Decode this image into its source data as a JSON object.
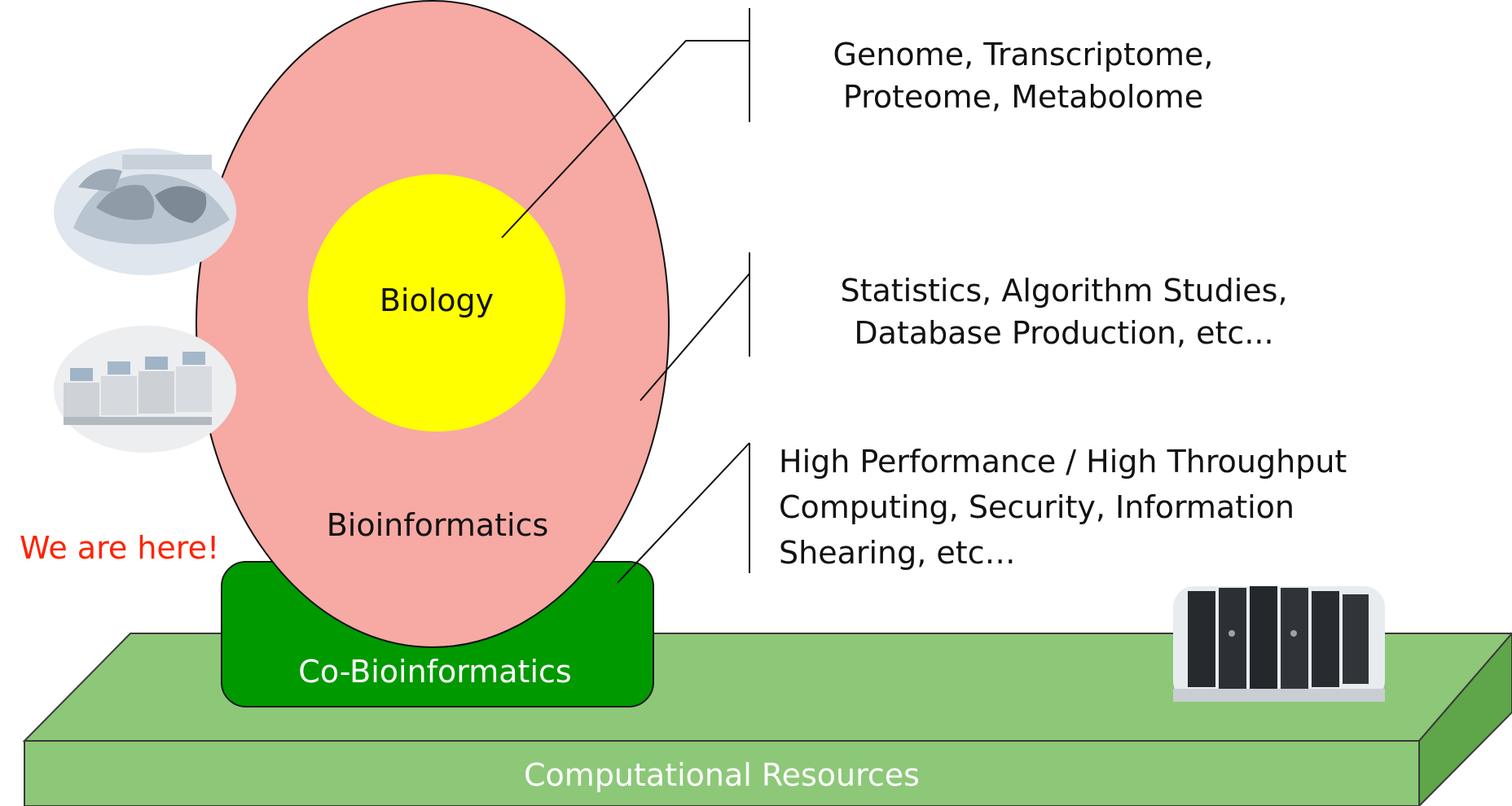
{
  "diagram": {
    "annotations": {
      "omics": "Genome, Transcriptome,",
      "omics_line2": "Proteome, Metabolome",
      "methods": "Statistics, Algorithm Studies,",
      "methods_line2": "Database Production, etc...",
      "infra": "High Performance / High Throughput",
      "infra_line2": "Computing, Security, Information",
      "infra_line3": "Shearing, etc…"
    },
    "labels": {
      "biology": "Biology",
      "bioinformatics": "Bioinformatics",
      "co_bioinformatics": "Co-Bioinformatics",
      "computational_resources": "Computational Resources",
      "we_are_here": "We are here!"
    },
    "colors": {
      "platform_face": "#8cc878",
      "platform_side": "#5fa64a",
      "co_box": "#009900",
      "egg": "#f7a9a4",
      "yolk": "#ffff00",
      "highlight_text": "#ff2200"
    },
    "icons": {
      "facility_photo": "research-facility-icon",
      "sequencer_photo": "sequencer-machines-icon",
      "supercomputer_photo": "supercomputer-racks-icon"
    }
  }
}
